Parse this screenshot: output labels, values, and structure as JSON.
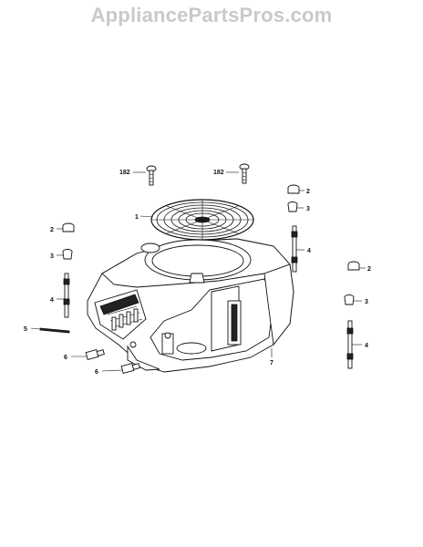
{
  "watermark": "AppliancePartsPros.com",
  "callouts": {
    "screw_left": "182",
    "screw_right": "182",
    "grille": "1",
    "nut_2_left": "2",
    "nut_2_top_right": "2",
    "nut_2_right": "2",
    "nut_3_left": "3",
    "nut_3_top_right": "3",
    "nut_3_right": "3",
    "stud_4_left": "4",
    "stud_4_top_right": "4",
    "stud_4_right": "4",
    "pin_5": "5",
    "bolt_6_upper": "6",
    "bolt_6_lower": "6",
    "housing_7": "7"
  }
}
